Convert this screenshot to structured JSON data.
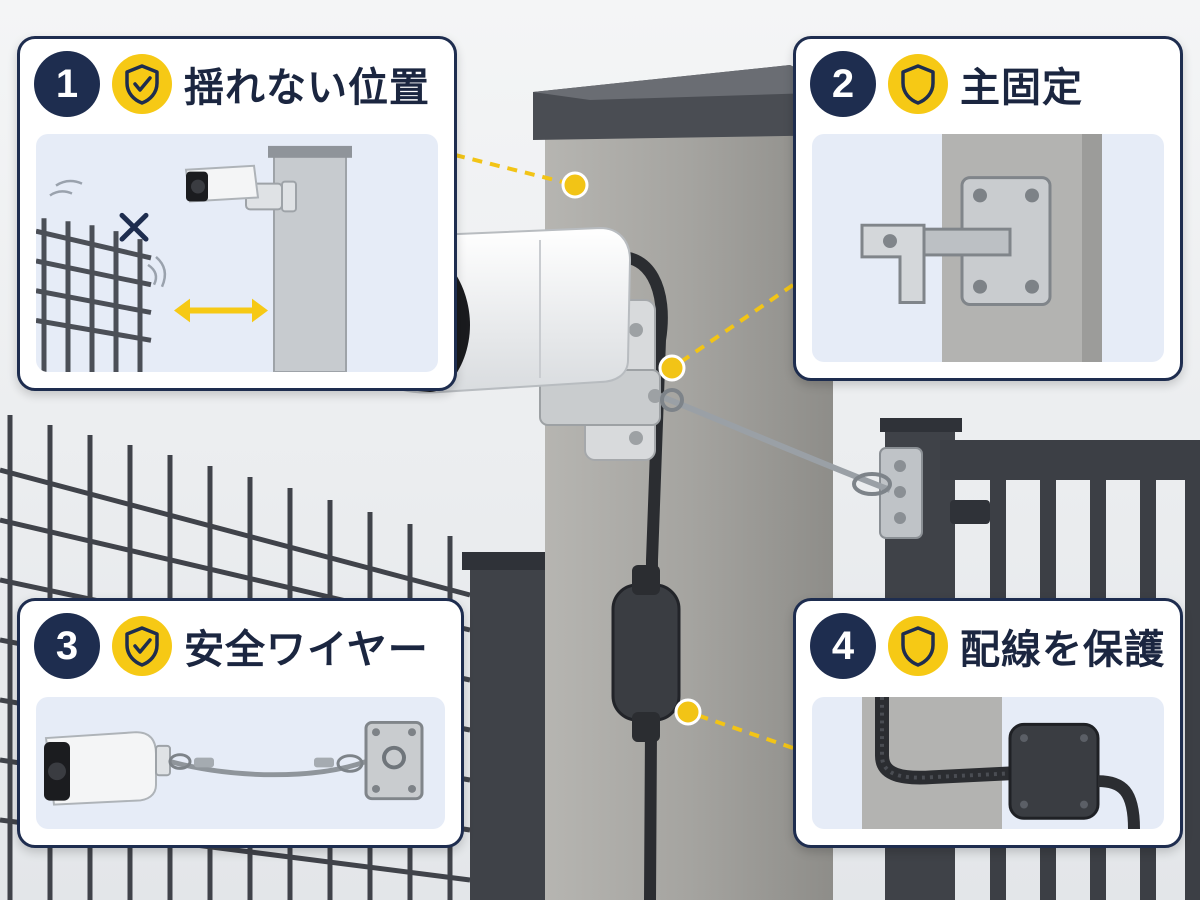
{
  "cards": [
    {
      "number": "1",
      "title": "揺れない位置",
      "badge_icon": "shield-check-icon"
    },
    {
      "number": "2",
      "title": "主固定",
      "badge_icon": "shield-icon"
    },
    {
      "number": "3",
      "title": "安全ワイヤー",
      "badge_icon": "shield-check-icon"
    },
    {
      "number": "4",
      "title": "配線を保護",
      "badge_icon": "shield-icon"
    }
  ],
  "colors": {
    "navy": "#1e2d4f",
    "accent_yellow": "#f6c915",
    "panel_bg": "#e6ecf7",
    "post": "#a9a9a6",
    "fence": "#3c3f45"
  }
}
